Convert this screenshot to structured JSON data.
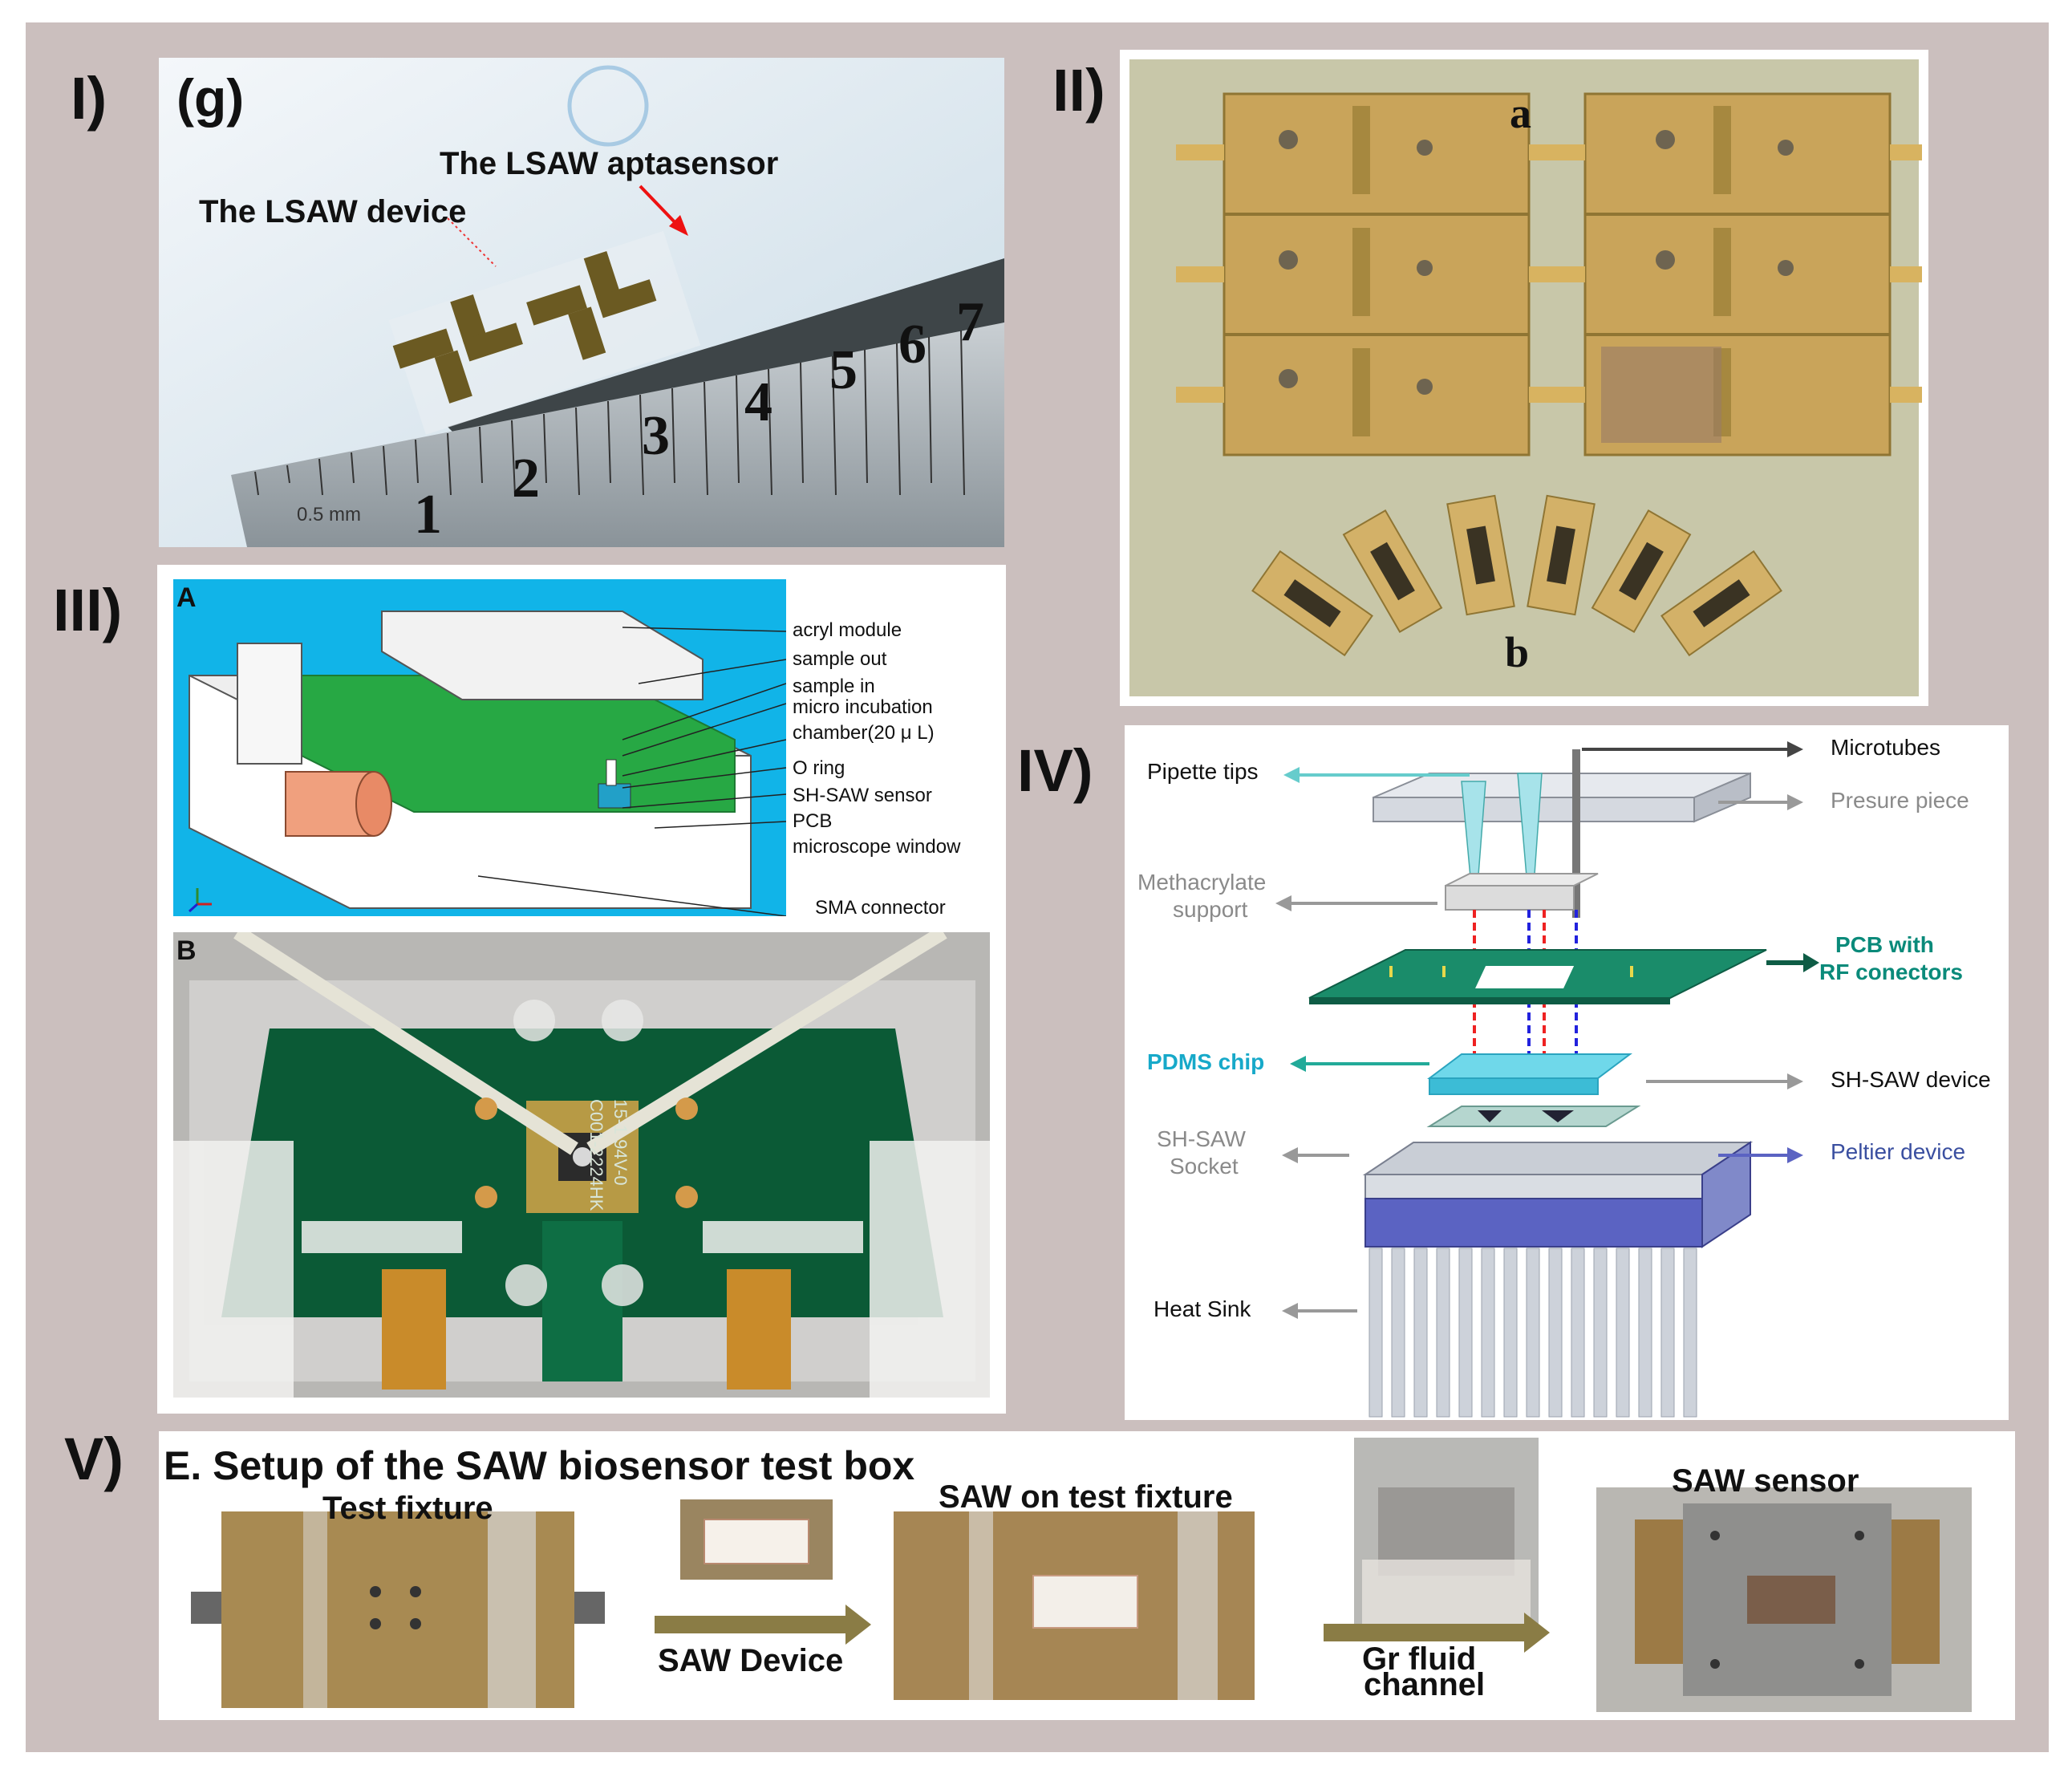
{
  "panel_labels": {
    "p1": "I)",
    "p2": "II)",
    "p3": "III)",
    "p4": "IV)",
    "p5": "V)"
  },
  "panel1": {
    "sub_label": "(g)",
    "aptasensor_label": "The LSAW aptasensor",
    "device_label": "The LSAW device",
    "ruler_numbers": [
      "1",
      "2",
      "3",
      "4",
      "5",
      "6",
      "7"
    ],
    "ruler_unit": "0.5 mm"
  },
  "panel2": {
    "label_a": "a",
    "label_b": "b"
  },
  "panel3": {
    "label_A": "A",
    "label_B": "B",
    "annotations": [
      "acryl module",
      "sample out",
      "sample in",
      "micro incubation",
      "chamber(20 μ L)",
      "O ring",
      "SH-SAW sensor",
      "PCB",
      "microscope window",
      "SMA connector"
    ],
    "pcb_text": [
      "15-1 94V-0",
      "C001-2224HK"
    ]
  },
  "panel4": {
    "labels": {
      "pipette": "Pipette tips",
      "microtubes": "Microtubes",
      "pressure": "Presure piece",
      "methacrylate_1": "Methacrylate",
      "methacrylate_2": "support",
      "pcb_1": "PCB with",
      "pcb_2": "RF conectors",
      "pdms": "PDMS chip",
      "shsaw_device": "SH-SAW device",
      "socket_1": "SH-SAW",
      "socket_2": "Socket",
      "peltier": "Peltier device",
      "heatsink": "Heat Sink"
    }
  },
  "panel5": {
    "title": "E. Setup of the SAW biosensor test box",
    "test_fixture": "Test fixture",
    "saw_device": "SAW Device",
    "saw_on_fixture": "SAW on test  fixture",
    "gr_fluid_1": "Gr fluid",
    "gr_fluid_2": "channel",
    "saw_sensor": "SAW sensor"
  },
  "colors": {
    "frame": "#cbbfbe",
    "teal_text": "#0a8a7a",
    "cyan_text": "#17a9c9",
    "blue_text": "#3a4fa0",
    "gray_text": "#8a8a8a"
  }
}
